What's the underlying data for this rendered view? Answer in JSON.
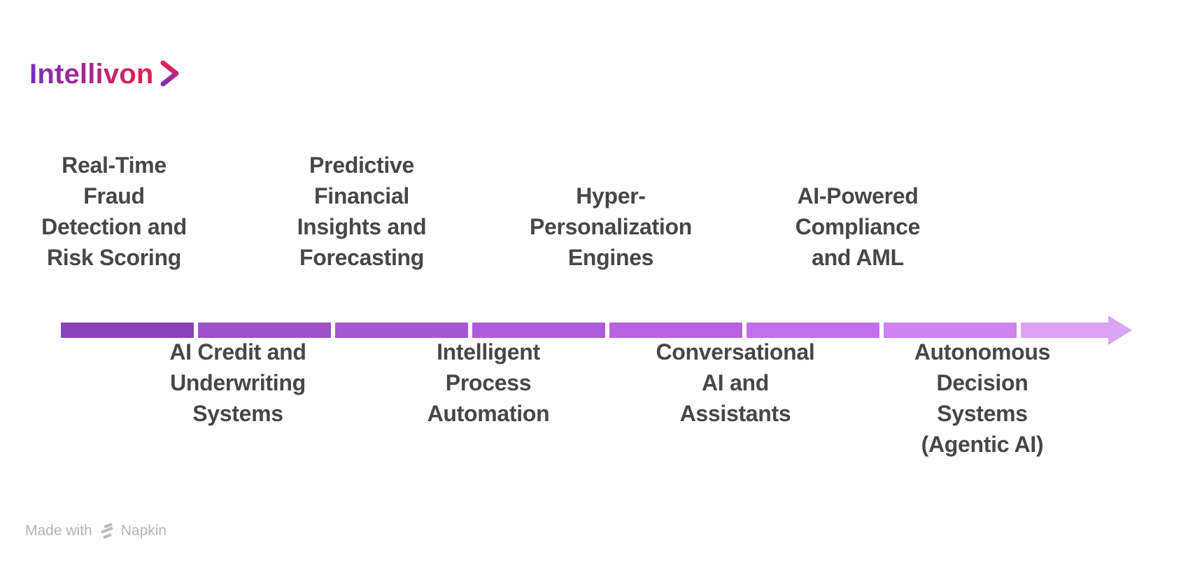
{
  "page": {
    "background_color": "#ffffff"
  },
  "logo": {
    "text": "Intellivon",
    "chevron_icon": "chevron-right",
    "colors": {
      "gradient_start": "#7B2FB8",
      "gradient_mid": "#B82683",
      "gradient_end": "#E0234E"
    }
  },
  "timeline": {
    "type": "horizontal-arrow-timeline",
    "direction": "left-to-right",
    "label_color": "#474747",
    "segments": [
      {
        "color": "#8A43B6"
      },
      {
        "color": "#9D52C8"
      },
      {
        "color": "#A757D2"
      },
      {
        "color": "#AF5CDB"
      },
      {
        "color": "#B963E4"
      },
      {
        "color": "#C36EEB"
      },
      {
        "color": "#CF82F0"
      },
      {
        "color": "#DCA2F4"
      }
    ],
    "arrowhead_color": "#D9A6F2",
    "milestones": [
      {
        "label": "Real-Time\nFraud\nDetection and\nRisk Scoring",
        "position": "above"
      },
      {
        "label": "AI Credit and\nUnderwriting\nSystems",
        "position": "below"
      },
      {
        "label": "Predictive\nFinancial\nInsights and\nForecasting",
        "position": "above"
      },
      {
        "label": "Intelligent\nProcess\nAutomation",
        "position": "below"
      },
      {
        "label": "Hyper-\nPersonalization\nEngines",
        "position": "above"
      },
      {
        "label": "Conversational\nAI and\nAssistants",
        "position": "below"
      },
      {
        "label": "AI-Powered\nCompliance\nand AML",
        "position": "above"
      },
      {
        "label": "Autonomous\nDecision\nSystems\n(Agentic AI)",
        "position": "below"
      }
    ]
  },
  "watermark": {
    "prefix": "Made with",
    "brand": "Napkin",
    "icon": "napkin-logo-icon",
    "color": "#B5B5B5"
  }
}
